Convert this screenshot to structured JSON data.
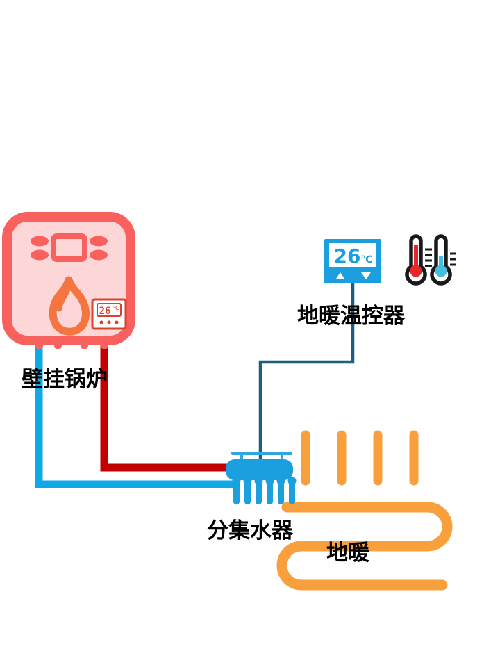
{
  "diagram": {
    "title_labels": {
      "boiler": "壁挂锅炉",
      "thermostat": "地暖温控器",
      "manifold": "分集水器",
      "floor_heating": "地暖"
    },
    "boiler": {
      "name": "wall-mounted-gas-boiler",
      "body_color": "#F9615E",
      "panel_button_color": "#F9615E",
      "flame_color": "#F4753F",
      "mini_display": {
        "value": "26",
        "unit": "℃",
        "border_color": "#D8432E"
      }
    },
    "thermostat": {
      "name": "floor-heating-thermostat",
      "value": "26",
      "unit": "℃",
      "body_color": "#1B9FDE",
      "screen_color": "#FFFFFF",
      "up_label": "▲",
      "down_label": "▼"
    },
    "thermometers": [
      {
        "name": "hot-thermometer",
        "fill": "#E8252A",
        "outline": "#1A1A1A"
      },
      {
        "name": "cold-thermometer",
        "fill": "#45BDE0",
        "outline": "#1A1A1A"
      }
    ],
    "manifold": {
      "name": "water-separator-manifold",
      "color": "#1B9FDE",
      "outlet_count": 6
    },
    "pipes": {
      "supply_hot": {
        "label": "hot-supply-pipe",
        "color": "#C20000"
      },
      "return_cold": {
        "label": "cold-return-pipe",
        "color": "#0FA8E8"
      },
      "control_wire": {
        "label": "thermostat-control-wire",
        "color": "#1F5F7E"
      }
    },
    "floor_heating": {
      "name": "floor-heating-loop",
      "color": "#F9A03C",
      "riser_count": 4,
      "loop_passes": 3
    }
  }
}
